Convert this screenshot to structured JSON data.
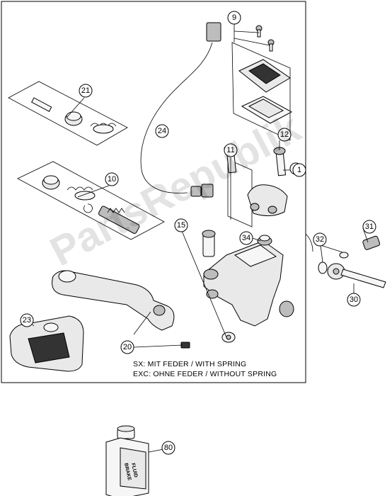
{
  "callouts": [
    {
      "id": "c1",
      "label": "1"
    },
    {
      "id": "c9",
      "label": "9"
    },
    {
      "id": "c10",
      "label": "10"
    },
    {
      "id": "c11",
      "label": "11"
    },
    {
      "id": "c12",
      "label": "12"
    },
    {
      "id": "c15",
      "label": "15"
    },
    {
      "id": "c20",
      "label": "20"
    },
    {
      "id": "c21",
      "label": "21"
    },
    {
      "id": "c23",
      "label": "23"
    },
    {
      "id": "c24",
      "label": "24"
    },
    {
      "id": "c30",
      "label": "30"
    },
    {
      "id": "c31",
      "label": "31"
    },
    {
      "id": "c32",
      "label": "32"
    },
    {
      "id": "c34",
      "label": "34"
    },
    {
      "id": "c80",
      "label": "80"
    }
  ],
  "notes": {
    "sx": "SX: MIT FEDER / WITH SPRING",
    "exc": "EXC: OHNE FEDER / WITHOUT SPRING"
  },
  "bottle": {
    "line1": "BRAKE",
    "line2": "FLUID"
  },
  "watermark": "PartsRepublik"
}
